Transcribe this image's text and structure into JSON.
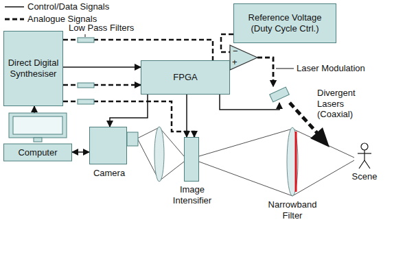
{
  "diagram": {
    "nodes": [
      {
        "text": [
          "Direct Digital Synthesiser"
        ]
      },
      {
        "text": [
          "Reference Voltage (Duty Cycle Ctrl.)"
        ]
      },
      {
        "text": [
          "FPGA"
        ]
      },
      {
        "text": [
          "Divergent Lasers (Coaxial)"
        ]
      },
      {
        "text": [
          "Computer"
        ]
      },
      {
        "text": [
          "Camera"
        ]
      },
      {
        "text": [
          "Image Intensifier"
        ]
      },
      {
        "text": [
          "Narrowband Filter"
        ]
      },
      {
        "text": [
          "Scene"
        ]
      }
    ],
    "edges": [
      {
        "from": 4,
        "to": 0,
        "arrow": "to"
      },
      {
        "from": 0,
        "to": 2,
        "arrow": "to"
      },
      {
        "from": 0,
        "to": 2,
        "arrow": "to"
      },
      {
        "from": 0,
        "to": 3,
        "arrow": "to"
      },
      {
        "from": 1,
        "to": 3,
        "arrow": "to"
      },
      {
        "from": 0,
        "to": 6,
        "arrow": "to"
      },
      {
        "from": 2,
        "to": 5,
        "arrow": "to"
      },
      {
        "from": 2,
        "to": 6,
        "arrow": "to"
      },
      {
        "from": 2,
        "to": 3,
        "arrow": "to"
      },
      {
        "from": 4,
        "to": 5,
        "arrow": "both"
      }
    ],
    "labels": [
      "Low Pass Filters",
      "−",
      "+",
      "Laser Modulation"
    ],
    "legend": [
      {
        "text": "Control/Data Signals"
      },
      {
        "text": "Analogue Signals"
      }
    ]
  }
}
